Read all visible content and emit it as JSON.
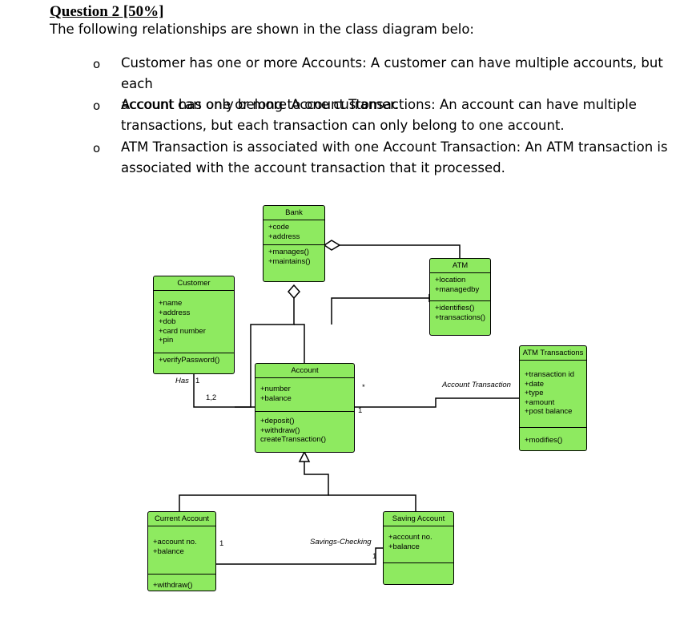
{
  "question": {
    "heading": "Question 2 [50%]",
    "intro": "The following relationships are shown in the class diagram belo:",
    "bullet_marker": "o",
    "bullets": [
      {
        "line1": "Customer has one or more Accounts: A customer can have multiple accounts, but each",
        "line2": "account can only belong to one customer."
      },
      {
        "line1": "Account has one or more Account Transactions: An account can have multiple",
        "line2": "transactions, but each transaction can only belong to one account."
      },
      {
        "line1": "ATM Transaction is associated with one Account Transaction: An ATM transaction is",
        "line2": "associated with the account transaction that it processed."
      }
    ]
  },
  "diagram": {
    "bank": {
      "title": "Bank",
      "attributes": [
        "+code",
        "+address"
      ],
      "methods": [
        "+manages()",
        "+maintains()"
      ]
    },
    "atm": {
      "title": "ATM",
      "attributes": [
        "+location",
        "+managedby"
      ],
      "methods": [
        "+identifies()",
        "+transactions()"
      ]
    },
    "customer": {
      "title": "Customer",
      "attributes": [
        "+name",
        "+address",
        "+dob",
        "+card number",
        "+pin"
      ],
      "methods": [
        "+verifyPassword()"
      ]
    },
    "account": {
      "title": "Account",
      "attributes": [
        "+number",
        "+balance"
      ],
      "methods": [
        "+deposit()",
        "+withdraw()",
        "createTransaction()"
      ]
    },
    "atm_transactions": {
      "title": "ATM Transactions",
      "attributes": [
        "+transaction id",
        "+date",
        "+type",
        "+amount",
        "+post balance"
      ],
      "methods": [
        "+modifies()"
      ]
    },
    "current_account": {
      "title": "Current Account",
      "attributes": [
        "+account no.",
        "+balance"
      ],
      "methods": [
        "+withdraw()"
      ]
    },
    "saving_account": {
      "title": "Saving Account",
      "attributes": [
        "+account no.",
        "+balance"
      ],
      "methods": []
    },
    "labels": {
      "has": "Has",
      "has_mult": "1",
      "cust_mult": "1,2",
      "star": "*",
      "acct_one": "1",
      "account_transaction": "Account Transaction",
      "savings_checking": "Savings-Checking",
      "ca_one": "1",
      "sa_one": "1"
    }
  }
}
